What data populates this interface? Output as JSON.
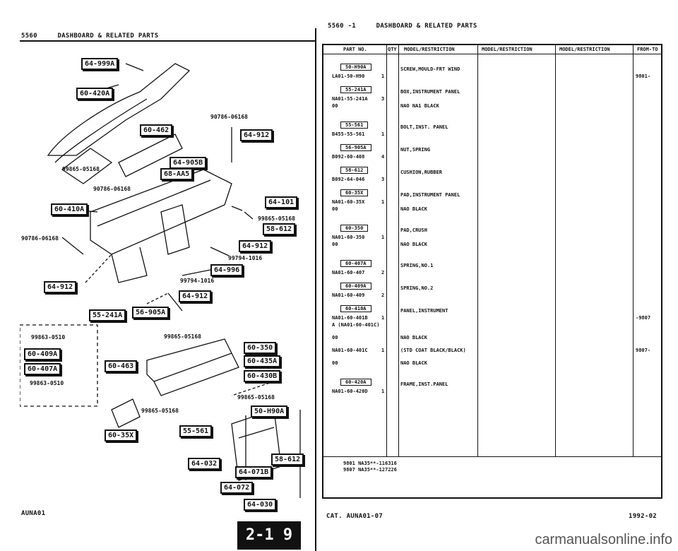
{
  "left_header": {
    "code": "5560",
    "title": "DASHBOARD & RELATED PARTS"
  },
  "right_header": {
    "code": "5560 -1",
    "title": "DASHBOARD & RELATED PARTS"
  },
  "diagram_labels": {
    "l1": "64-999A",
    "l2": "60-420A",
    "l3": "60-462",
    "l4": "64-912",
    "l5": "64-905B",
    "l6": "68-AA5",
    "l7": "60-410A",
    "l8": "64-101",
    "l9": "58-612",
    "l10": "64-912",
    "l11": "64-996",
    "l12": "64-912",
    "l13": "64-912",
    "l14": "55-241A",
    "l15": "56-905A",
    "l16": "60-409A",
    "l17": "60-407A",
    "l18": "60-350",
    "l19": "60-435A",
    "l20": "60-463",
    "l21": "60-430B",
    "l22": "50-H90A",
    "l23": "60-35X",
    "l24": "55-561",
    "l25": "58-612",
    "l26": "64-032",
    "l27": "64-071B",
    "l28": "64-072",
    "l29": "64-030"
  },
  "diagram_numbers": {
    "n1": "90786-06168",
    "n2": "99865-05168",
    "n3": "90786-06168",
    "n4": "99865-05168",
    "n5": "90786-06168",
    "n6": "99794-1016",
    "n7": "99794-1016",
    "n8": "99863-0510",
    "n9": "99863-0510",
    "n10": "99865-05168",
    "n11": "99865-05168",
    "n12": "99865-05168"
  },
  "table": {
    "headers": [
      "PART NO.",
      "QTY",
      "MODEL/RESTRICTION",
      "MODEL/RESTRICTION",
      "MODEL/RESTRICTION",
      "FROM-TO"
    ],
    "rows": [
      {
        "box": "50-H90A",
        "partno": "LA01-50-H90",
        "qty": "1",
        "desc": "SCREW,MOULD-FRT WIND",
        "from": "9801-"
      },
      {
        "box": "55-241A",
        "partno": "NA01-55-241A",
        "qty": "3",
        "desc": "BOX,INSTRUMENT PANEL",
        "from": ""
      },
      {
        "box": "",
        "partno": "00",
        "qty": "",
        "desc": "NAO NA1 BLACK",
        "from": ""
      },
      {
        "box": "55-561",
        "partno": "B455-55-561",
        "qty": "1",
        "desc": "BOLT,INST. PANEL",
        "from": ""
      },
      {
        "box": "56-905A",
        "partno": "B092-60-408",
        "qty": "4",
        "desc": "NUT,SPRING",
        "from": ""
      },
      {
        "box": "58-612",
        "partno": "B092-64-046",
        "qty": "3",
        "desc": "CUSHION,RUBBER",
        "from": ""
      },
      {
        "box": "60-35X",
        "partno": "NA01-60-35X",
        "qty": "1",
        "desc": "PAD,INSTRUMENT PANEL",
        "from": ""
      },
      {
        "box": "",
        "partno": "00",
        "qty": "",
        "desc": "NAO BLACK",
        "from": ""
      },
      {
        "box": "60-350",
        "partno": "NA01-60-350",
        "qty": "1",
        "desc": "PAD,CRUSH",
        "from": ""
      },
      {
        "box": "",
        "partno": "00",
        "qty": "",
        "desc": "NAO BLACK",
        "from": ""
      },
      {
        "box": "60-407A",
        "partno": "NA01-60-407",
        "qty": "2",
        "desc": "SPRING,NO.1",
        "from": ""
      },
      {
        "box": "60-409A",
        "partno": "NA01-60-409",
        "qty": "2",
        "desc": "SPRING,NO.2",
        "from": ""
      },
      {
        "box": "60-410A",
        "partno": "NA01-60-401B",
        "qty": "1",
        "desc": "PANEL,INSTRUMENT",
        "from": "-9807"
      },
      {
        "box": "",
        "partno": "A (NA01-60-401C)",
        "qty": "",
        "desc": "",
        "from": ""
      },
      {
        "box": "",
        "partno": "00",
        "qty": "",
        "desc": "NAO BLACK",
        "from": ""
      },
      {
        "box": "",
        "partno": "NA01-60-401C",
        "qty": "1",
        "desc": "(STD COAT BLACK/BLACK)",
        "from": "9807-"
      },
      {
        "box": "",
        "partno": "00",
        "qty": "",
        "desc": "NAO BLACK",
        "from": ""
      },
      {
        "box": "60-420A",
        "partno": "NA01-60-420D",
        "qty": "1",
        "desc": "FRAME,INST.PANEL",
        "from": ""
      }
    ],
    "footnotes": [
      "9801 NA35**-116316",
      "9807 NA35**-127226"
    ]
  },
  "footer": {
    "left_code": "AUNA01",
    "right_cat": "CAT. AUNA01-07",
    "right_date": "1992-02",
    "page_tab": "2-1 9",
    "watermark": "carmanualsonline.info"
  }
}
